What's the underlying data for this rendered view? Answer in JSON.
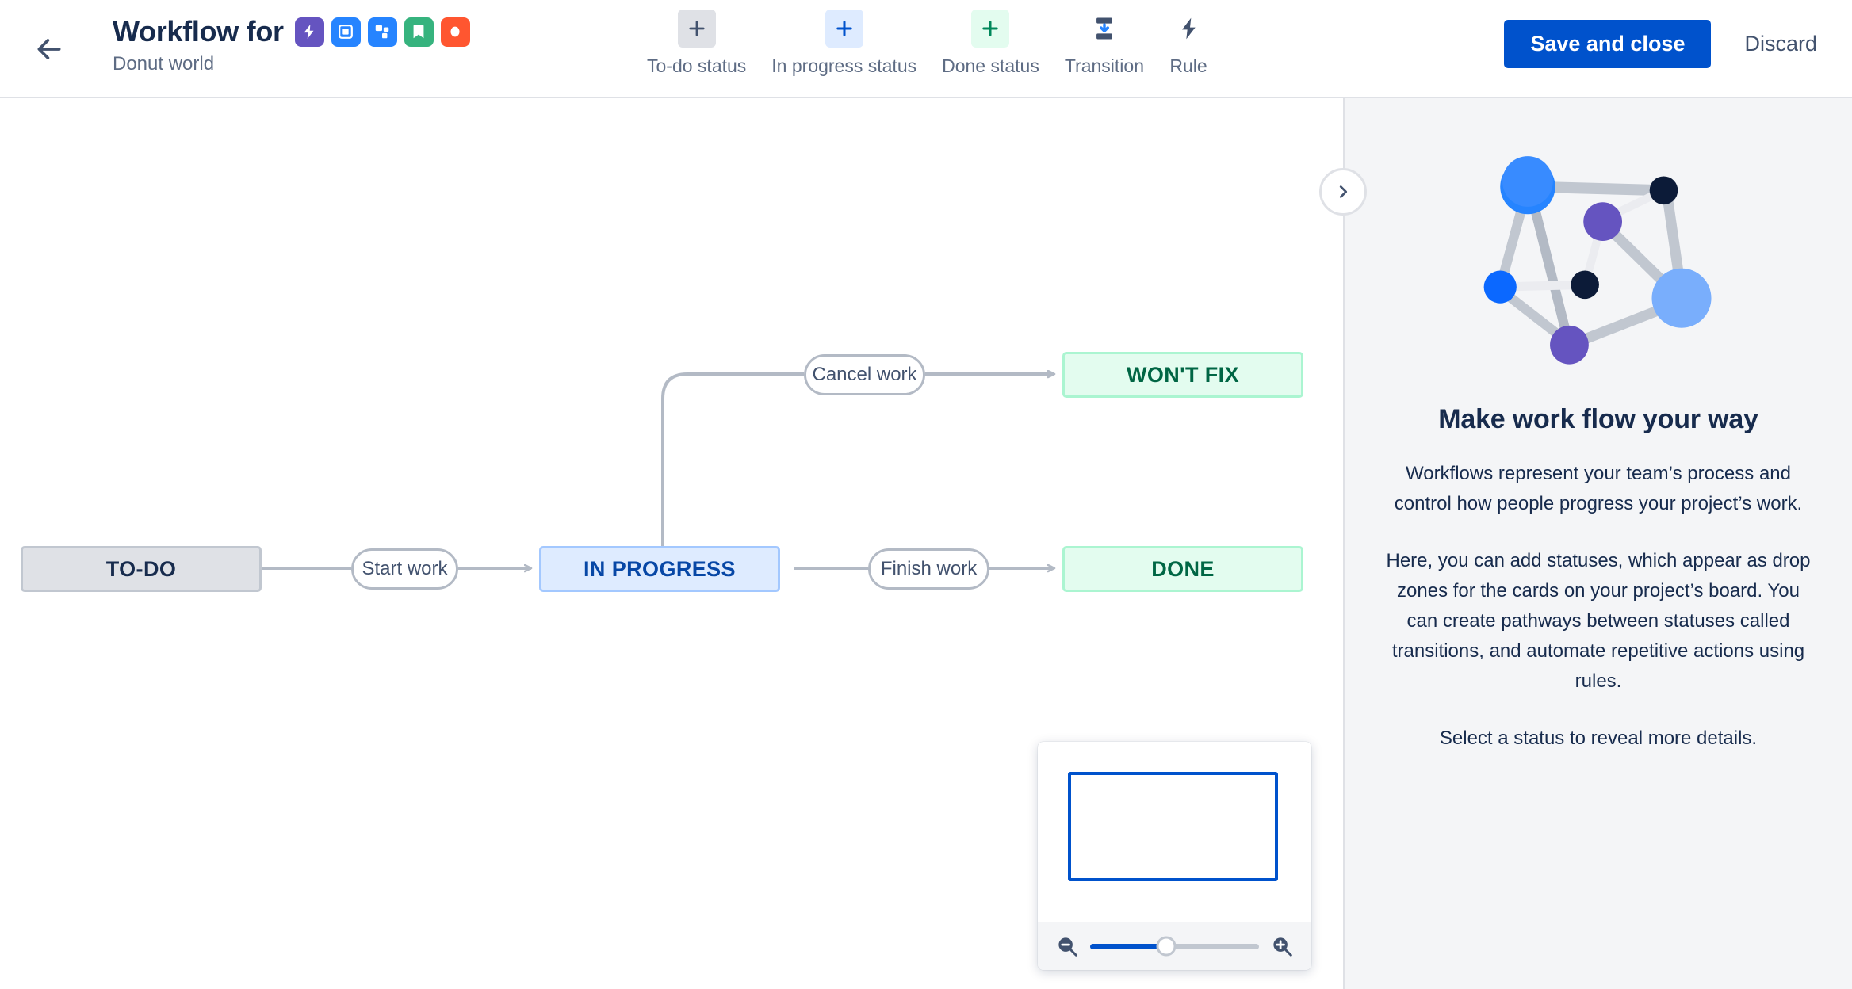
{
  "header": {
    "back_icon": "arrow-left-icon",
    "title": "Workflow for",
    "subtitle": "Donut world",
    "badges": [
      {
        "name": "jira-bolt-badge",
        "color": "#6554c0",
        "glyph": "bolt"
      },
      {
        "name": "square-outline-badge",
        "color": "#2684ff",
        "glyph": "square"
      },
      {
        "name": "nodes-badge",
        "color": "#2684ff",
        "glyph": "nodes"
      },
      {
        "name": "bookmark-badge",
        "color": "#36b37e",
        "glyph": "bookmark"
      },
      {
        "name": "circle-badge",
        "color": "#ff5630",
        "glyph": "circle"
      }
    ],
    "toolbar": [
      {
        "name": "todo-status",
        "label": "To-do status",
        "icon": "plus-icon",
        "bg": "#dfe1e6",
        "fg": "#42526e"
      },
      {
        "name": "in-progress-status",
        "label": "In progress status",
        "icon": "plus-icon",
        "bg": "#deebff",
        "fg": "#0052cc"
      },
      {
        "name": "done-status",
        "label": "Done status",
        "icon": "plus-icon",
        "bg": "#e3fcef",
        "fg": "#00875a"
      },
      {
        "name": "transition",
        "label": "Transition",
        "icon": "transition-icon",
        "bg": "transparent",
        "fg": "#42526e"
      },
      {
        "name": "rule",
        "label": "Rule",
        "icon": "lightning-icon",
        "bg": "transparent",
        "fg": "#42526e"
      }
    ],
    "save_label": "Save and close",
    "discard_label": "Discard",
    "primary_color": "#0052cc"
  },
  "workflow": {
    "nodes": [
      {
        "id": "todo",
        "label": "TO-DO",
        "type": "todo"
      },
      {
        "id": "inprogress",
        "label": "IN PROGRESS",
        "type": "inprogress"
      },
      {
        "id": "wontfix",
        "label": "WON'T FIX",
        "type": "done"
      },
      {
        "id": "done",
        "label": "DONE",
        "type": "done"
      }
    ],
    "transitions": [
      {
        "id": "start",
        "label": "Start work",
        "from": "todo",
        "to": "inprogress"
      },
      {
        "id": "cancel",
        "label": "Cancel work",
        "from": "inprogress",
        "to": "wontfix"
      },
      {
        "id": "finish",
        "label": "Finish work",
        "from": "inprogress",
        "to": "done"
      }
    ],
    "collapse_icon": "chevron-right-icon"
  },
  "minimap": {
    "zoom_out_icon": "zoom-out-icon",
    "zoom_in_icon": "zoom-in-icon",
    "zoom_value": 45
  },
  "sidepanel": {
    "illustration": "network-nodes-illustration",
    "title": "Make work flow your way",
    "paragraphs": [
      "Workflows represent your team’s process and control how people progress your project’s work.",
      "Here, you can add statuses, which appear as drop zones for the cards on your project’s board. You can create pathways between statuses called transitions, and automate repetitive actions using rules.",
      "Select a status to reveal more details."
    ]
  }
}
